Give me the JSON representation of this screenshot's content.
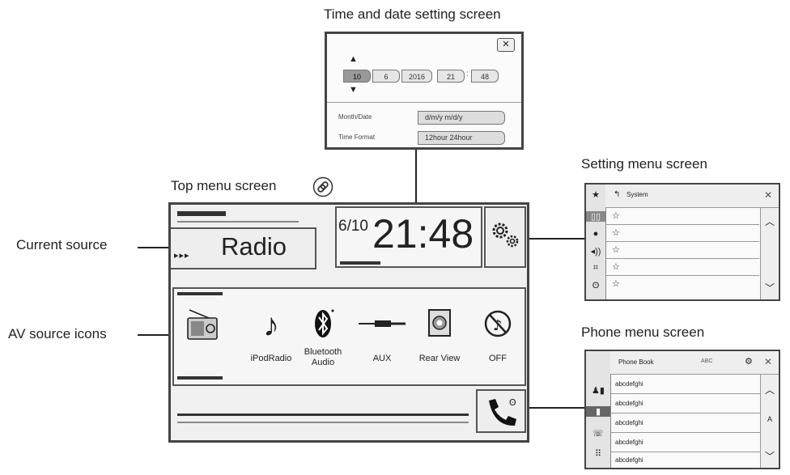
{
  "callouts": {
    "time_date_screen": "Time and date setting screen",
    "setting_menu_screen": "Setting menu screen",
    "top_menu_screen": "Top menu screen",
    "current_source": "Current source",
    "av_source_icons": "AV source icons",
    "phone_menu_screen": "Phone menu screen"
  },
  "time_date": {
    "fields": [
      "10",
      "6",
      "2016",
      "21",
      "48"
    ],
    "separator": ":",
    "rows": [
      {
        "label": "Month/Date",
        "value": "d/m/y m/d/y"
      },
      {
        "label": "Time Format",
        "value": "12hour 24hour"
      }
    ]
  },
  "top_menu": {
    "current_source_label": "Radio",
    "date": "6/10",
    "time": "21:48",
    "sources": [
      {
        "label": "",
        "icon": "radio-icon"
      },
      {
        "label": "iPodRadio",
        "icon": "music-note-icon"
      },
      {
        "label": "Bluetooth Audio",
        "icon": "bluetooth-icon"
      },
      {
        "label": "AUX",
        "icon": "aux-cable-icon"
      },
      {
        "label": "Rear View",
        "icon": "rear-view-camera-icon"
      },
      {
        "label": "OFF",
        "icon": "source-off-icon"
      }
    ]
  },
  "setting_menu": {
    "header": "System",
    "rows": [
      "☆",
      "☆",
      "☆",
      "☆",
      "☆"
    ]
  },
  "phone_menu": {
    "header": "Phone Book",
    "header_extra": "ABC",
    "rows": [
      "abcdefghi",
      "abcdefghi",
      "abcdefghi",
      "abcdefghi",
      "abcdefghi"
    ],
    "index_letter": "A"
  }
}
